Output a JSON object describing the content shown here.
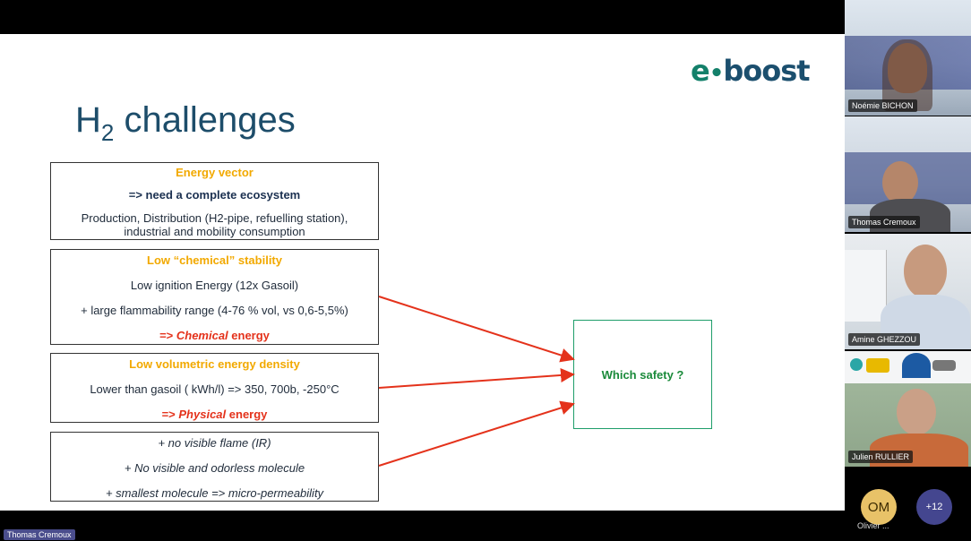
{
  "slide": {
    "logo": {
      "e": "e",
      "dot": "•",
      "rest": "boost"
    },
    "title": {
      "main": "H",
      "sub": "2",
      "rest": " challenges"
    },
    "box1": {
      "title": "Energy vector",
      "line1": "=> need a complete ecosystem",
      "line2": "Production, Distribution (H2-pipe, refuelling station),",
      "line3": "industrial and mobility consumption"
    },
    "box2": {
      "title": "Low “chemical” stability",
      "line1": "Low ignition Energy (12x Gasoil)",
      "line2": "+ large flammability range (4-76 % vol, vs 0,6-5,5%)",
      "line3_prefix": "=> ",
      "line3_italic": "Chemical",
      "line3_suffix": " energy"
    },
    "box3": {
      "title": "Low volumetric energy density",
      "line1": "Lower than gasoil ( kWh/l) => 350, 700b, -250°C",
      "line2_prefix": "=> ",
      "line2_italic": "Physical",
      "line2_suffix": " energy"
    },
    "box4": {
      "line1": "+ no visible flame (IR)",
      "line2": "+ No visible and odorless molecule",
      "line3": "+ smallest molecule => micro-permeability"
    },
    "box5": {
      "text": "Which safety ?"
    }
  },
  "participants": [
    {
      "name": "Noémie BICHON"
    },
    {
      "name": "Thomas Cremoux"
    },
    {
      "name": "Amine GHEZZOU"
    },
    {
      "name": "Julien RULLIER"
    }
  ],
  "overflow": {
    "initials": "OM",
    "name": "Olivier ...",
    "more": "+12"
  },
  "presenter_label": "Thomas Cremoux",
  "colors": {
    "accent_orange": "#f2a900",
    "accent_red": "#e4321b",
    "accent_green": "#1e9d6a",
    "title_navy": "#1d4d6a"
  }
}
